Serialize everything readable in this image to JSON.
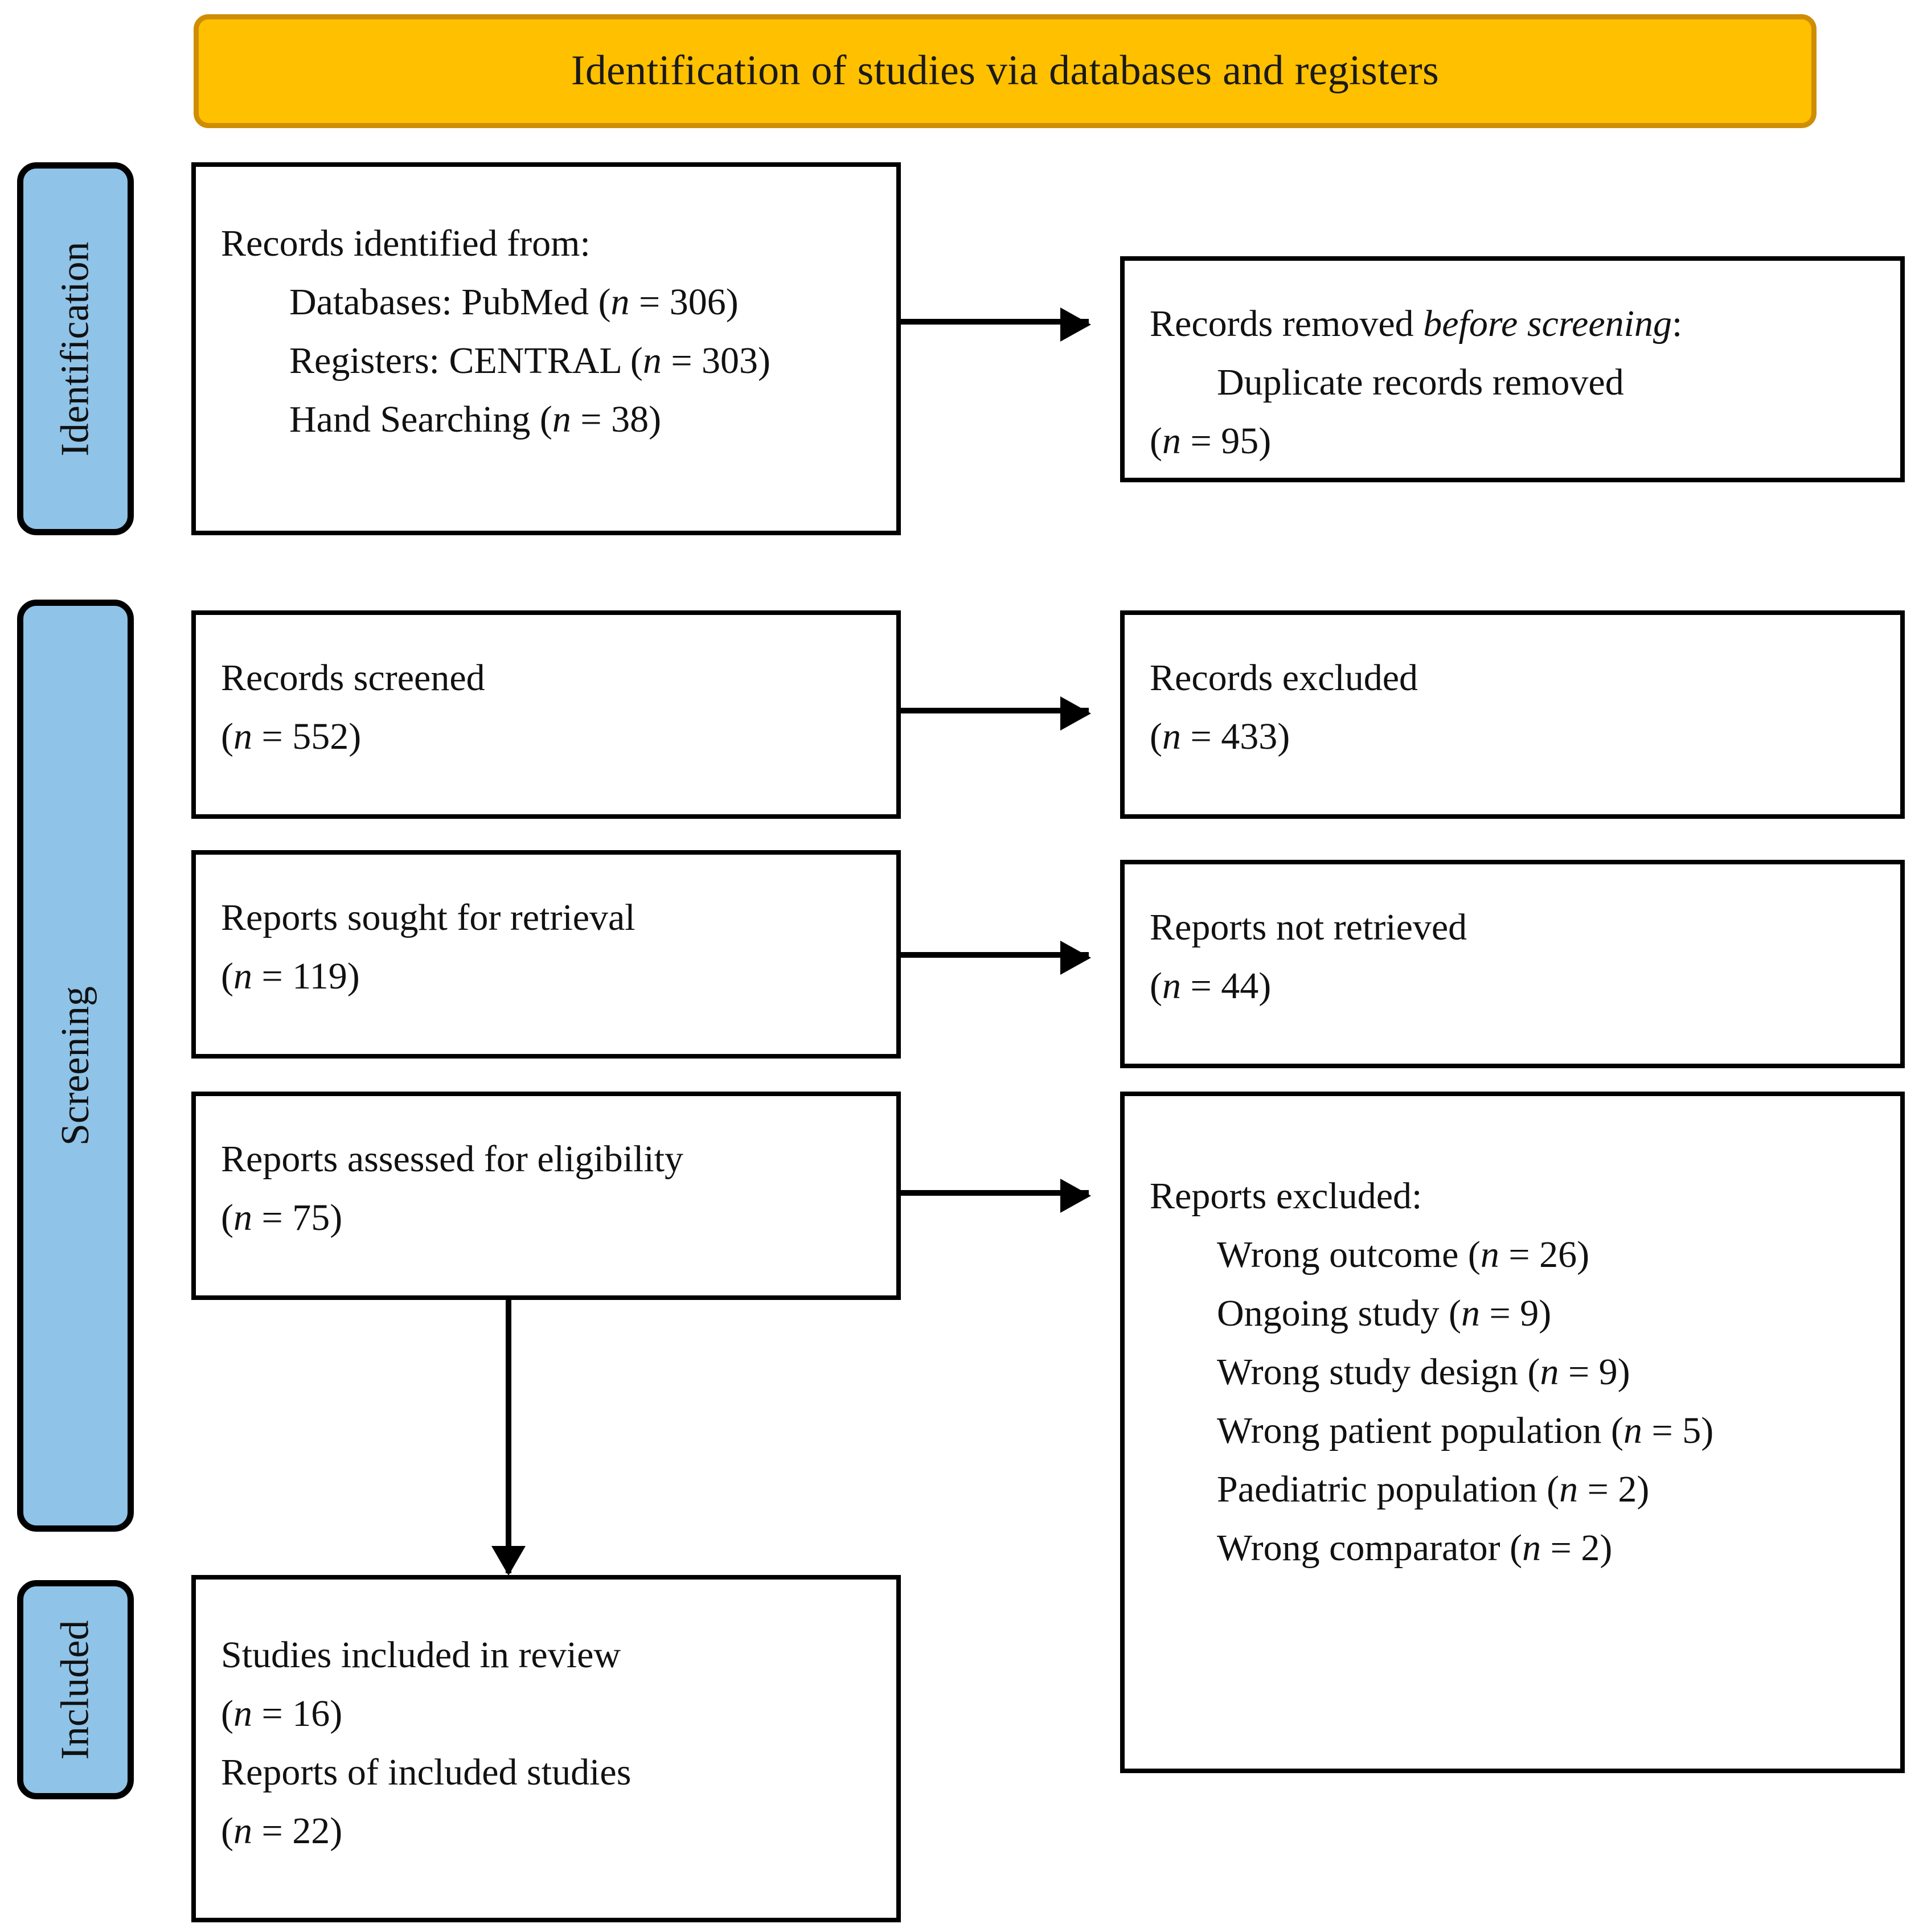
{
  "banner": {
    "title": "Identification of studies via databases and registers",
    "fill_color": "#FFC000",
    "border_color": "#CF8D03"
  },
  "stages": {
    "fill_color": "#8FC3E8",
    "identification": "Identification",
    "screening": "Screening",
    "included": "Included"
  },
  "boxes": {
    "identified": {
      "title": "Records identified from:",
      "items": [
        "Databases: PubMed (n = 306)",
        "Registers: CENTRAL (n = 303)",
        "Hand Searching (n = 38)"
      ]
    },
    "removed": {
      "title_plain": "Records removed ",
      "title_italic": "before screening",
      "title_suffix": ":",
      "item": "Duplicate records removed",
      "count": "(n = 95)"
    },
    "screened": {
      "title": "Records screened",
      "count": "(n = 552)"
    },
    "excluded": {
      "title": "Records excluded",
      "count": "(n = 433)"
    },
    "sought": {
      "title": "Reports sought for retrieval",
      "count": "(n = 119)"
    },
    "not_retrieved": {
      "title": "Reports not retrieved",
      "count": "(n = 44)"
    },
    "eligibility": {
      "title": "Reports assessed for eligibility",
      "count": "(n = 75)"
    },
    "reports_excluded": {
      "title": "Reports excluded:",
      "reasons": [
        "Wrong outcome (n = 26)",
        "Ongoing study (n = 9)",
        "Wrong study design (n = 9)",
        "Wrong patient population (n = 5)",
        "Paediatric population (n = 2)",
        "Wrong comparator (n = 2)"
      ]
    },
    "included": {
      "studies_label": "Studies included in review",
      "studies_count": "(n = 16)",
      "reports_label": "Reports of included studies",
      "reports_count": "(n = 22)"
    }
  }
}
